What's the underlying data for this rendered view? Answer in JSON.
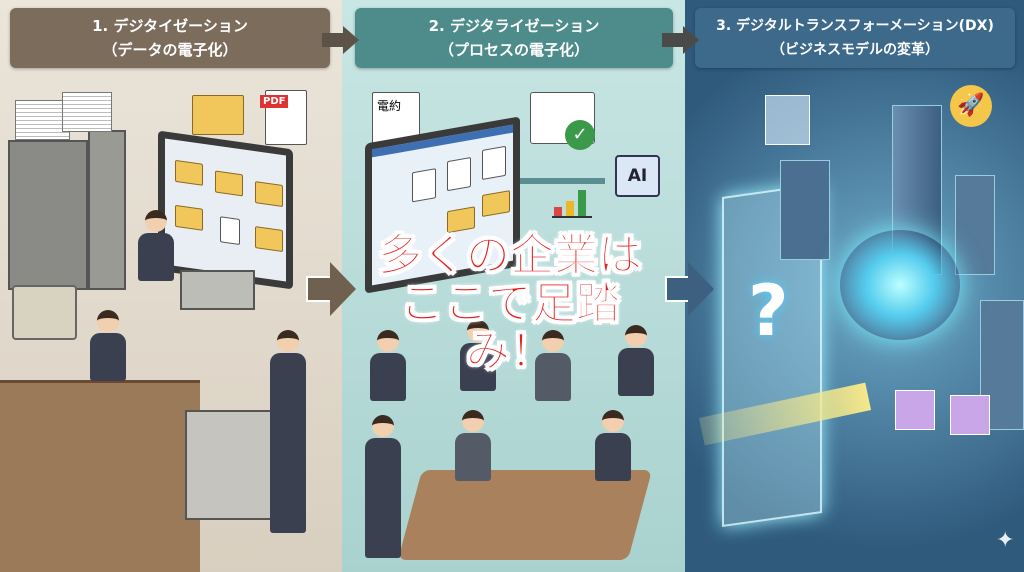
{
  "steps": [
    {
      "title": "1. デジタイゼーション",
      "subtitle": "（データの電子化）",
      "color": "#7b6c5c"
    },
    {
      "title": "2. デジタライゼーション",
      "subtitle": "（プロセスの電子化）",
      "color": "#4e8c8b"
    },
    {
      "title": "3. デジタルトランスフォーメーション(DX)",
      "subtitle": "（ビジネスモデルの変革）",
      "color": "#3d698b"
    }
  ],
  "callout": {
    "line1": "多くの企業は",
    "line2": "ここで足踏み！",
    "color": "#e41f1f"
  },
  "illustration": {
    "pdf_label": "PDF",
    "contract_label": "電約",
    "ai_label": "AI",
    "question_mark": "?"
  }
}
